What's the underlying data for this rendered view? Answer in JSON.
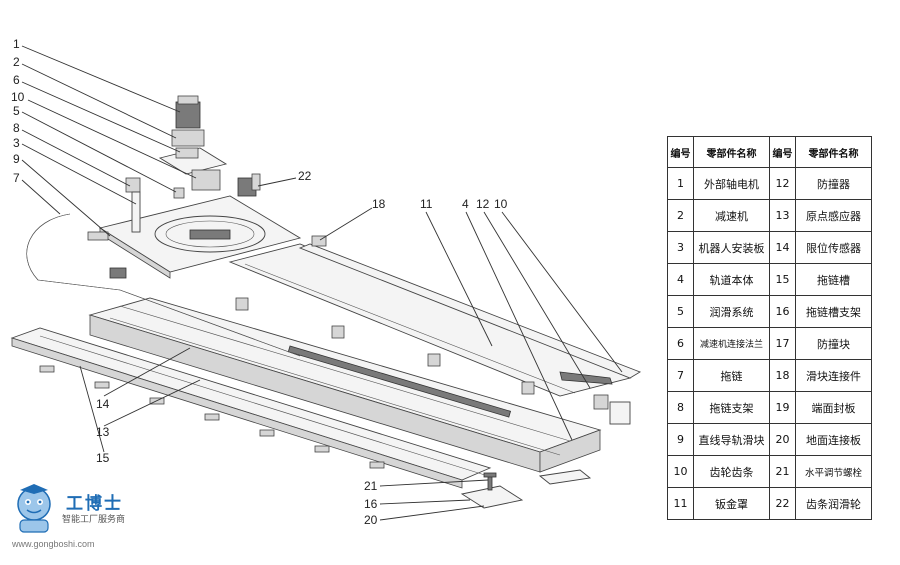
{
  "callouts": [
    "1",
    "2",
    "6",
    "10",
    "5",
    "8",
    "3",
    "9",
    "7",
    "22",
    "18",
    "11",
    "4",
    "12",
    "10",
    "14",
    "13",
    "15",
    "21",
    "16",
    "20"
  ],
  "table": {
    "headers": [
      "编号",
      "零部件名称",
      "编号",
      "零部件名称"
    ],
    "rows": [
      [
        "1",
        "外部轴电机",
        "12",
        "防撞器"
      ],
      [
        "2",
        "减速机",
        "13",
        "原点感应器"
      ],
      [
        "3",
        "机器人安装板",
        "14",
        "限位传感器"
      ],
      [
        "4",
        "轨道本体",
        "15",
        "拖链槽"
      ],
      [
        "5",
        "润滑系统",
        "16",
        "拖链槽支架"
      ],
      [
        "6",
        "减速机连接法兰",
        "17",
        "防撞块"
      ],
      [
        "7",
        "拖链",
        "18",
        "滑块连接件"
      ],
      [
        "8",
        "拖链支架",
        "19",
        "端面封板"
      ],
      [
        "9",
        "直线导轨滑块",
        "20",
        "地面连接板"
      ],
      [
        "10",
        "齿轮齿条",
        "21",
        "水平调节螺栓"
      ],
      [
        "11",
        "钣金罩",
        "22",
        "齿条润滑轮"
      ]
    ]
  },
  "logo": {
    "brand": "工博士",
    "tagline": "智能工厂服务商",
    "url": "www.gongboshi.com"
  },
  "colors": {
    "logo_blue": "#1f6db5"
  }
}
